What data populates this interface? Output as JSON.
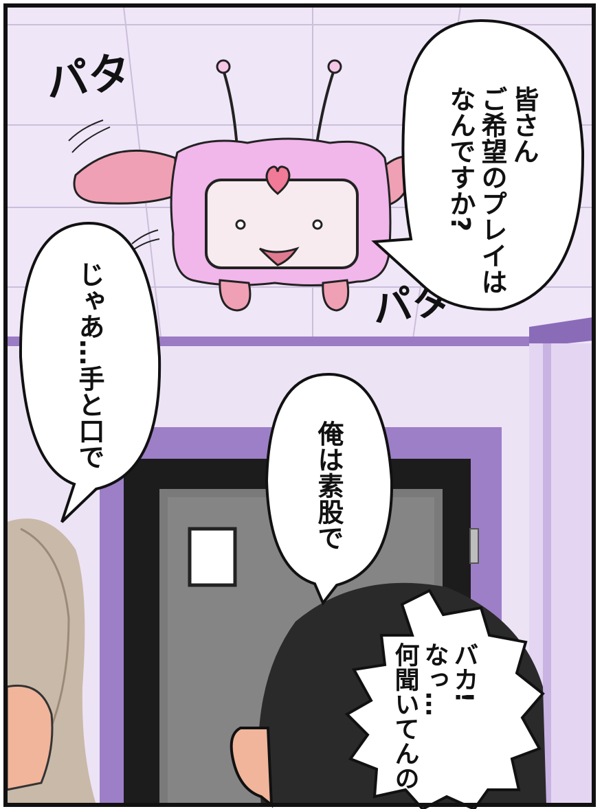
{
  "sfx": {
    "flap_top": "パタ",
    "flap_bottom": "パタ"
  },
  "bubbles": {
    "mascot_question": [
      "皆さん",
      "ご希望のプレイは",
      "なんですか?"
    ],
    "left_request": [
      "じゃあ…手と口で"
    ],
    "middle_request": [
      "俺は素股で"
    ],
    "bottom_retort": [
      "バカ!",
      "なっ…",
      "何聞いてんの"
    ]
  },
  "colors": {
    "wall": "#ece3f5",
    "trim_purple": "#9a7bc4",
    "door_gray": "#7b7b7b",
    "mascot_pink": "#f1b6ea",
    "ear_pink": "#f0a0b4"
  }
}
